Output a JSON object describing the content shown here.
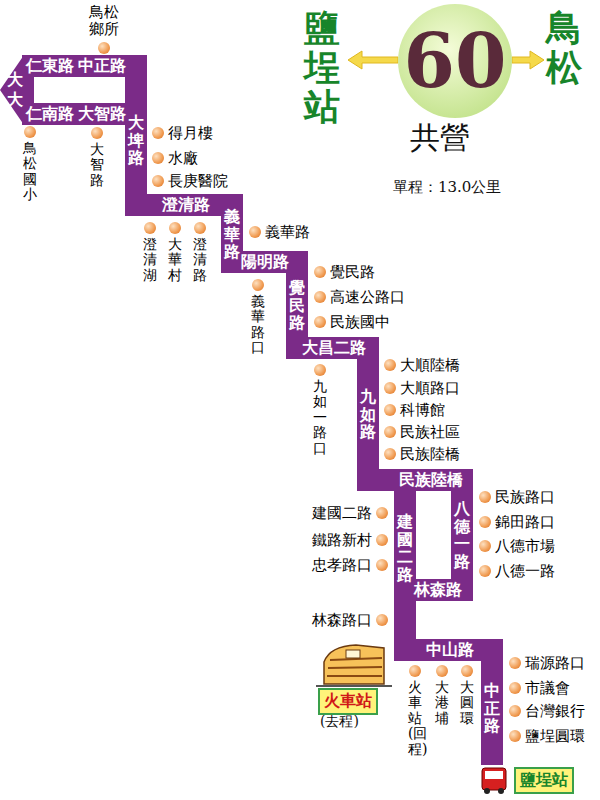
{
  "diagram": {
    "nodes": [
      {
        "text": [
          "60"
        ]
      },
      {
        "text": [
          "火車站"
        ]
      },
      {
        "text": [
          "鹽埕站"
        ]
      }
    ],
    "labels": [
      "鹽埕站",
      "鳥松",
      "共營",
      "單程：13.0公里",
      "中正路",
      "仁東路",
      "大",
      "大",
      "仁南路",
      "大智路",
      "大埤路",
      "澄清路",
      "義華路",
      "陽明路",
      "覺民路",
      "大昌二路",
      "九如路",
      "民族陸橋",
      "八德一路",
      "林森路",
      "建國二路",
      "中山路",
      "中正路",
      "鳥松鄉所",
      "鳥松國小",
      "大智路",
      "得月樓",
      "水廠",
      "長庚醫院",
      "澄清湖",
      "大華村",
      "澄清路",
      "義華路",
      "義華路口",
      "覺民路",
      "高速公路口",
      "民族國中",
      "九如一路口",
      "大順陸橋",
      "大順路口",
      "科博館",
      "民族社區",
      "民族陸橋",
      "民族路口",
      "錦田路口",
      "八德市場",
      "八德一路",
      "建國二路",
      "鐵路新村",
      "忠孝路口",
      "林森路口",
      "火車站(回程)",
      "大港埔",
      "大圓環",
      "瑞源路口",
      "市議會",
      "台灣銀行",
      "鹽埕圓環",
      "(去程)"
    ]
  }
}
